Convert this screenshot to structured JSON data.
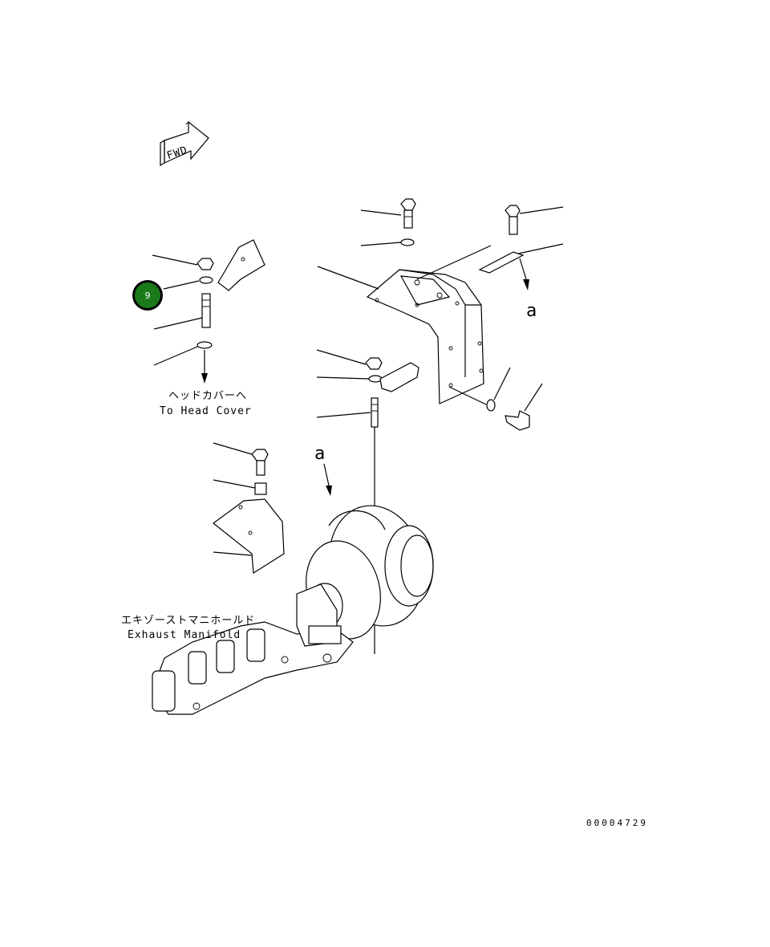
{
  "fwd_arrow": {
    "text": "FWD"
  },
  "labels": {
    "head_cover_jp": "ヘッドカバーへ",
    "head_cover_en": "To Head Cover",
    "exhaust_jp": "エキゾーストマニホールド",
    "exhaust_en": "Exhaust Manifold"
  },
  "view_markers": {
    "a_upper": "a",
    "a_lower": "a"
  },
  "callout": {
    "number": "9",
    "color": "#1a7a1a"
  },
  "drawing_code": "00004729"
}
